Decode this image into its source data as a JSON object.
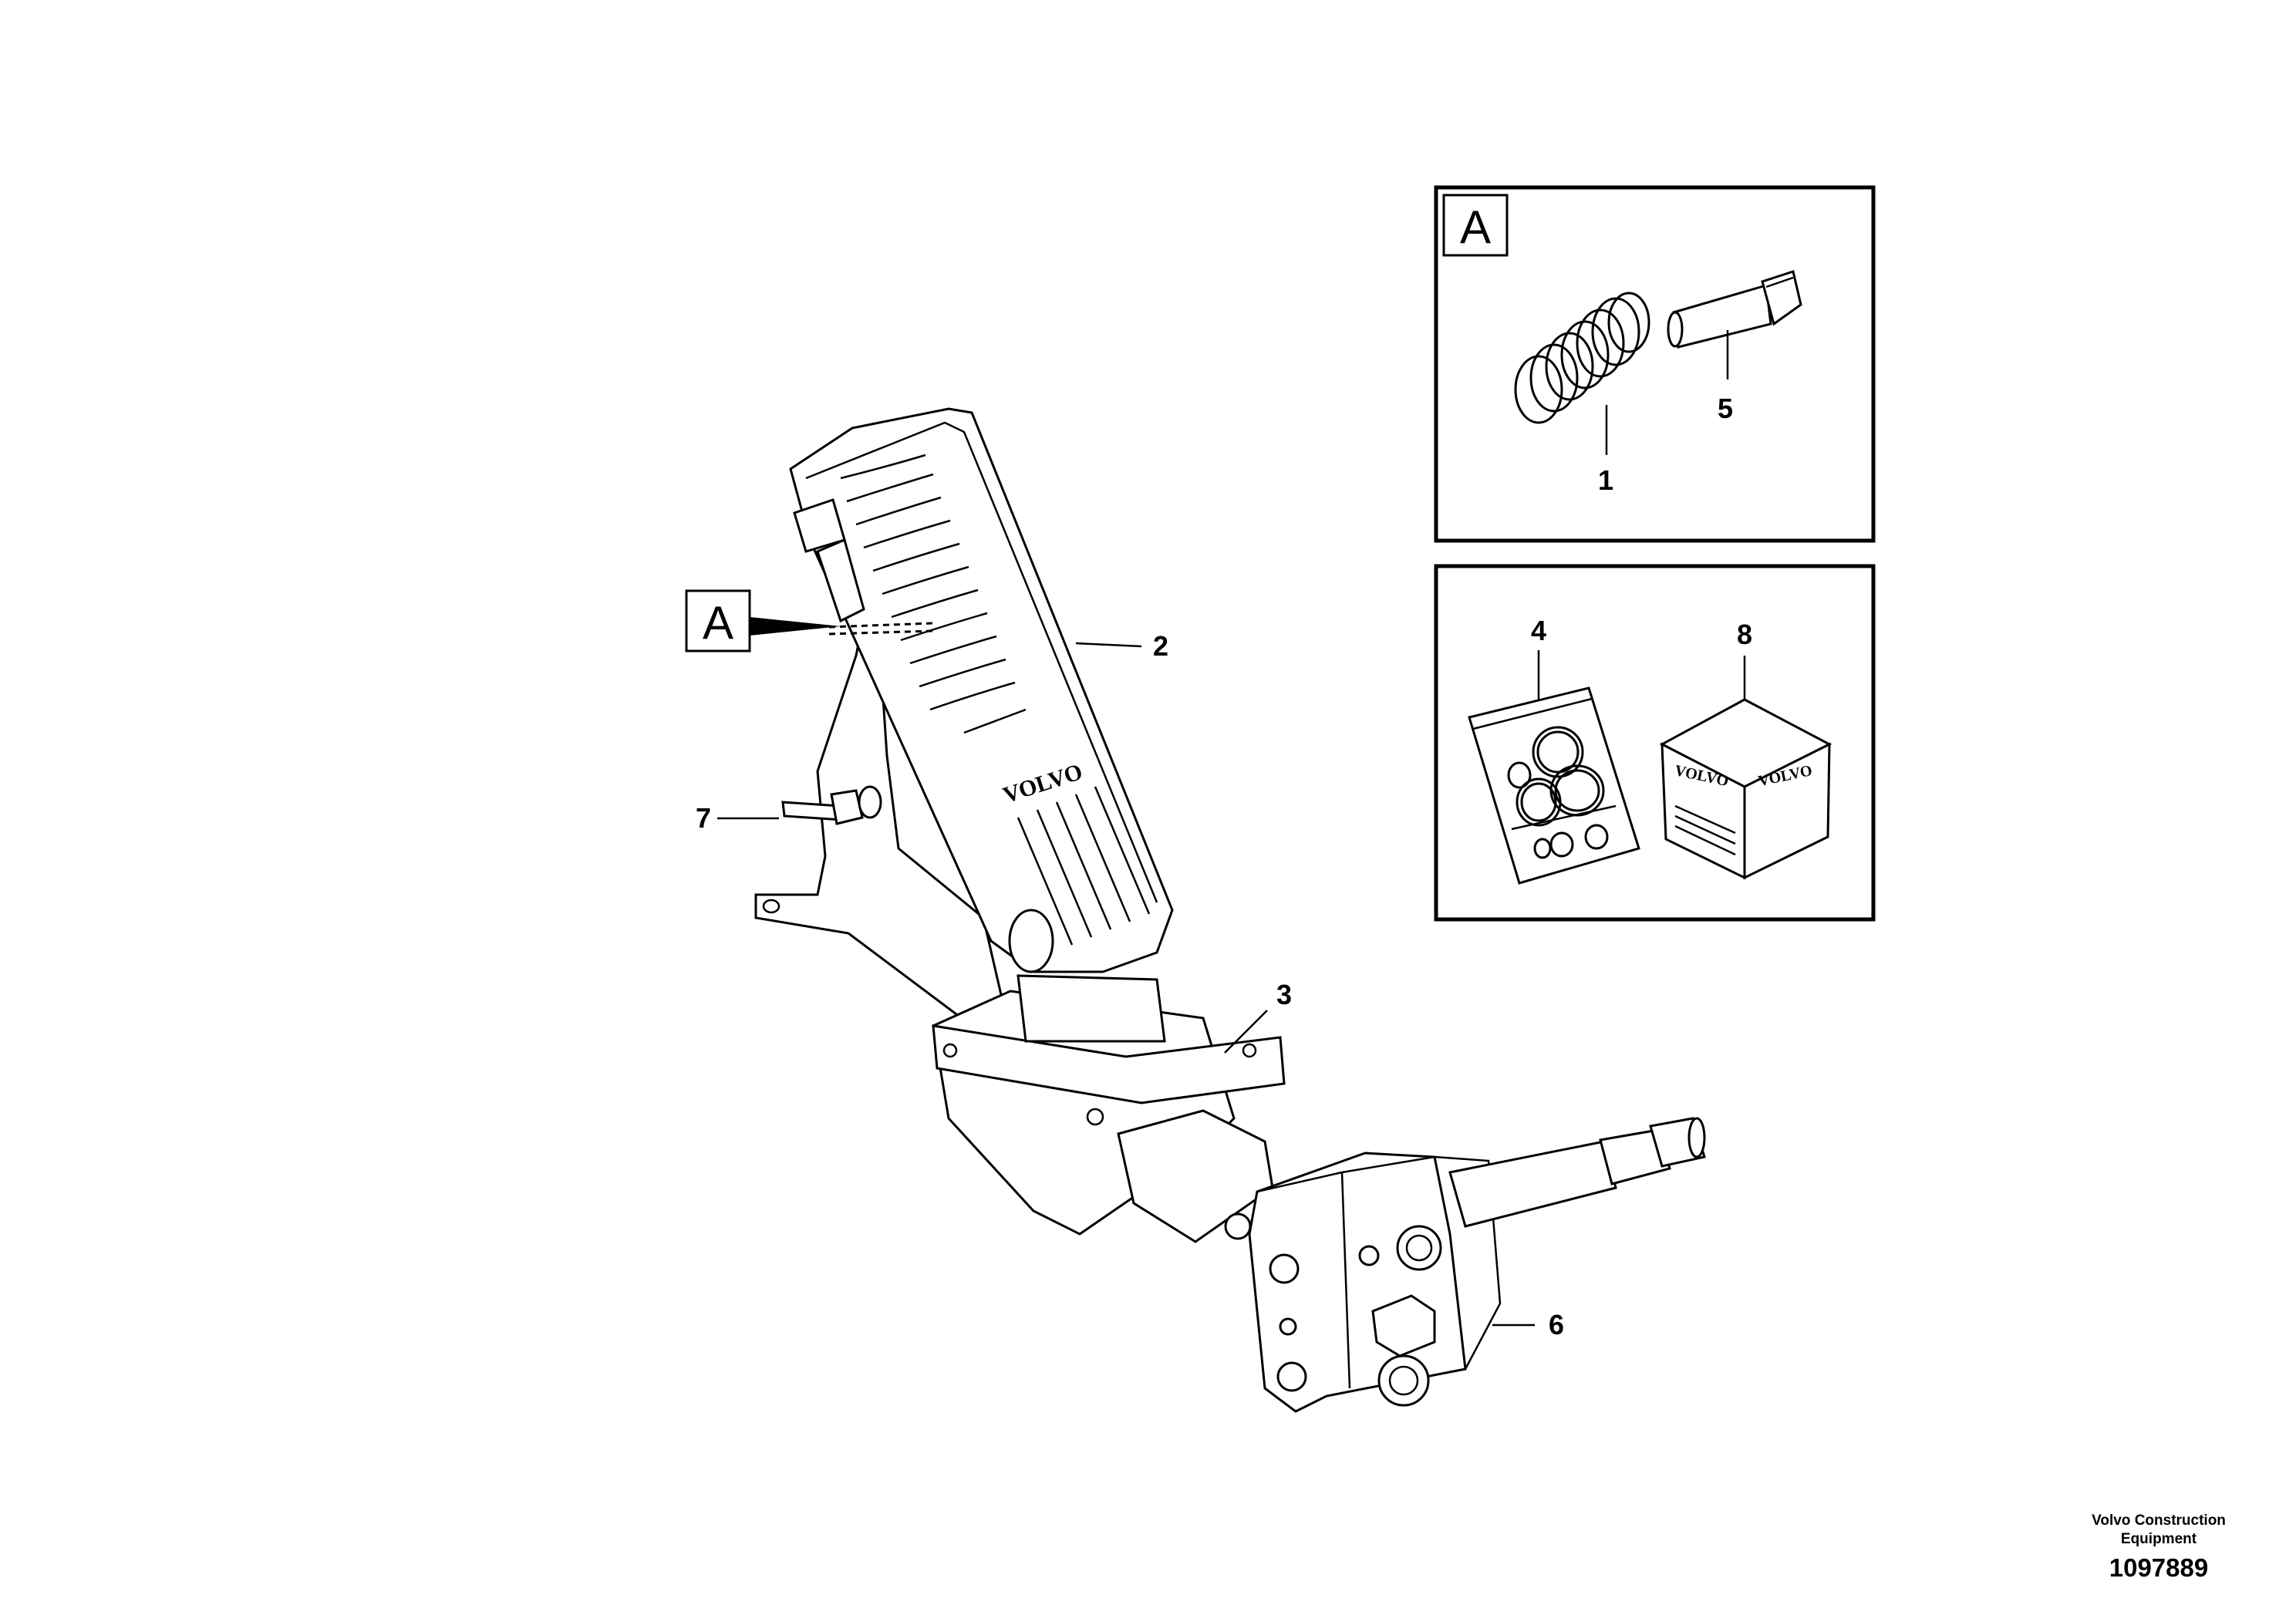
{
  "figure": {
    "views": [
      {
        "id": "A",
        "label": "A"
      }
    ],
    "callouts": [
      {
        "num": "1"
      },
      {
        "num": "2"
      },
      {
        "num": "3"
      },
      {
        "num": "4"
      },
      {
        "num": "5"
      },
      {
        "num": "6"
      },
      {
        "num": "7"
      },
      {
        "num": "8"
      }
    ],
    "markings": {
      "pedal_logo": "VOLVO",
      "box_logo": "VOLVO"
    }
  },
  "credit": {
    "company": "Volvo Construction Equipment",
    "number": "1097889"
  }
}
